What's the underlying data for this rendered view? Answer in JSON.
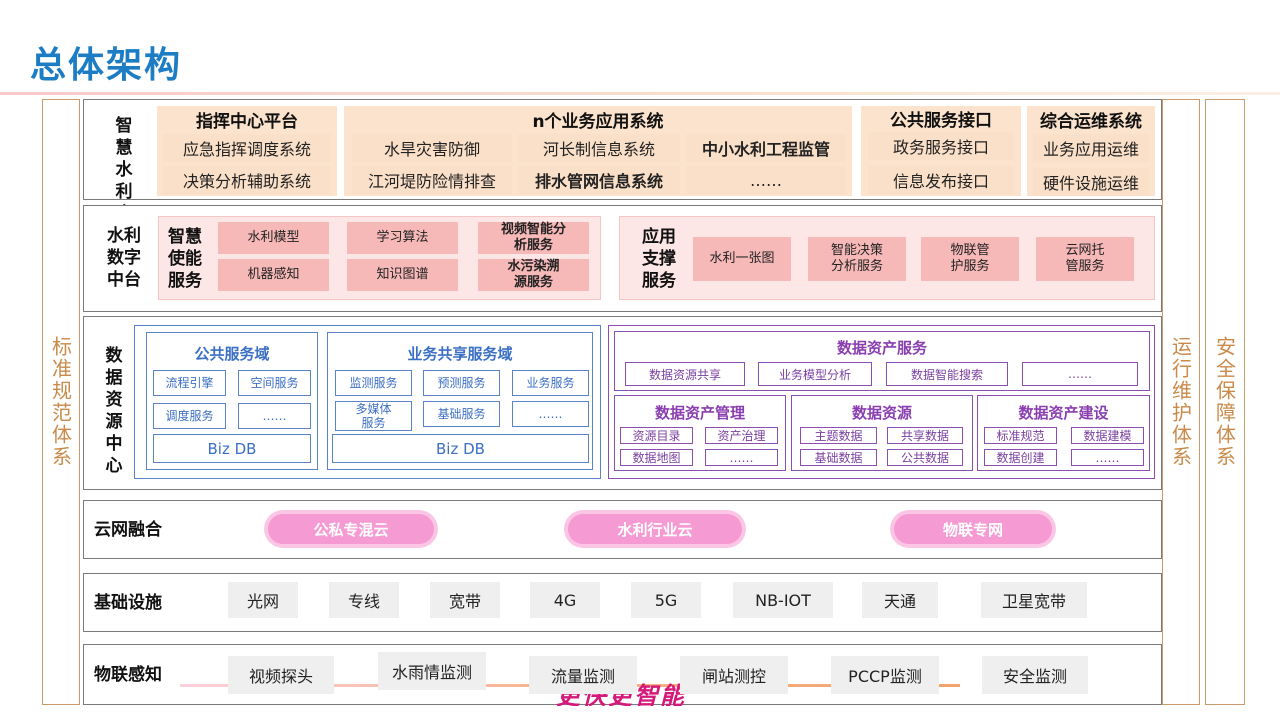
{
  "page": {
    "title": "总体架构"
  },
  "side": {
    "left": "标准规范体系",
    "right_ops": "运行维护体系",
    "right_sec": "安全保障体系"
  },
  "apps": {
    "label": "智慧水利应用",
    "command": {
      "title": "指挥中心平台",
      "items": [
        "应急指挥调度系统",
        "决策分析辅助系统"
      ]
    },
    "business": {
      "title": "n个业务应用系统",
      "items": [
        "水旱灾害防御",
        "河长制信息系统",
        "中小水利工程监管",
        "江河堤防险情排查",
        "排水管网信息系统",
        "……"
      ]
    },
    "public": {
      "title": "公共服务接口",
      "items": [
        "政务服务接口",
        "信息发布接口"
      ]
    },
    "ops": {
      "title": "综合运维系统",
      "items": [
        "业务应用运维",
        "硬件设施运维"
      ]
    }
  },
  "platform": {
    "label": "水利数字中台",
    "smart": {
      "label": "智慧使能服务",
      "items": [
        "水利模型",
        "学习算法",
        "视频智能分析服务",
        "机器感知",
        "知识图谱",
        "水污染溯源服务"
      ]
    },
    "support": {
      "label": "应用支撑服务",
      "items": [
        "水利一张图",
        "智能决策分析服务",
        "物联管护服务",
        "云网托管服务"
      ]
    }
  },
  "data": {
    "label": "数据资源中心",
    "public_domain": {
      "title": "公共服务域",
      "items": [
        "流程引擎",
        "空间服务",
        "调度服务",
        "……"
      ],
      "db": "Biz DB"
    },
    "shared_domain": {
      "title": "业务共享服务域",
      "items": [
        "监测服务",
        "预测服务",
        "业务服务",
        "多媒体服务",
        "基础服务",
        "……"
      ],
      "db": "Biz DB"
    },
    "asset_service": {
      "title": "数据资产服务",
      "items": [
        "数据资源共享",
        "业务模型分析",
        "数据智能搜索",
        "……"
      ]
    },
    "asset_mgmt": {
      "title": "数据资产管理",
      "items": [
        "资源目录",
        "资产治理",
        "数据地图",
        "……"
      ]
    },
    "resource": {
      "title": "数据资源",
      "items": [
        "主题数据",
        "共享数据",
        "基础数据",
        "公共数据"
      ]
    },
    "asset_build": {
      "title": "数据资产建设",
      "items": [
        "标准规范",
        "数据建模",
        "数据创建",
        "……"
      ]
    }
  },
  "cloud": {
    "label": "云网融合",
    "items": [
      "公私专混云",
      "水利行业云",
      "物联专网"
    ]
  },
  "infra": {
    "label": "基础设施",
    "items": [
      "光网",
      "专线",
      "宽带",
      "4G",
      "5G",
      "NB-IOT",
      "天通",
      "卫星宽带"
    ]
  },
  "iot": {
    "label": "物联感知",
    "items": [
      "视频探头",
      "水雨情监测",
      "流量监测",
      "闸站测控",
      "PCCP监测",
      "安全监测"
    ]
  },
  "footer": {
    "watermark": "更快更智能"
  },
  "colors": {
    "title": "#1c7cc4",
    "side": "#c98a4a",
    "peach": "#fbe0c9",
    "pink": "#f7b8b8",
    "blue": "#3b6fc4",
    "purple": "#8a3fb0",
    "cloud": "#f59ad2"
  }
}
